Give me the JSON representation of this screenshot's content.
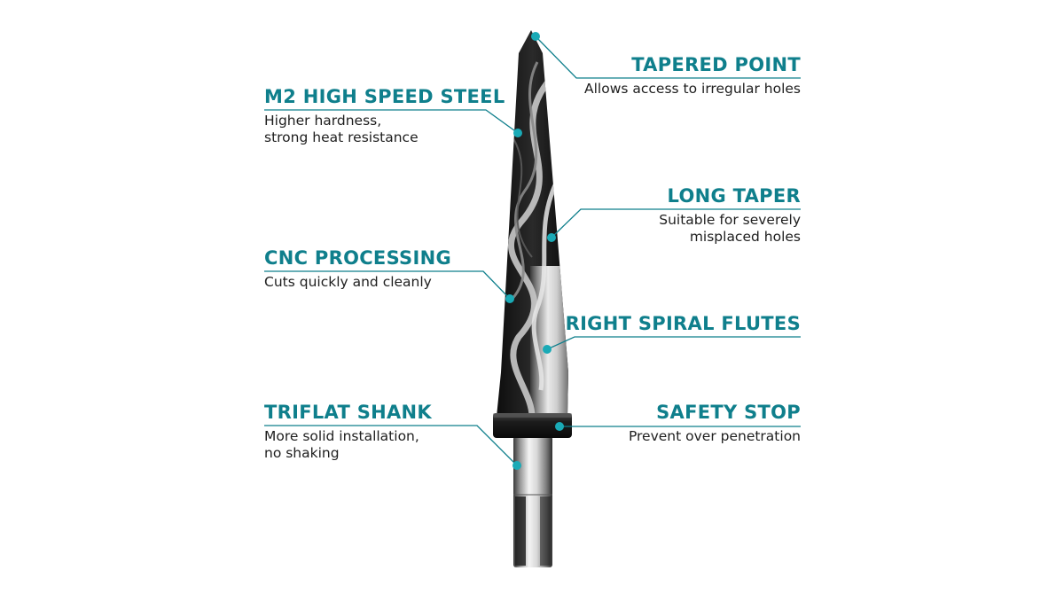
{
  "colors": {
    "accent": "#0f7f8c",
    "dot": "#1aaab6",
    "text": "#1e1e1e",
    "background": "#ffffff"
  },
  "callouts": [
    {
      "id": "tapered-point",
      "title": "TAPERED POINT",
      "lines": [
        "Allows access to irregular holes"
      ]
    },
    {
      "id": "m2-high-speed-steel",
      "title": "M2 HIGH SPEED STEEL",
      "lines": [
        "Higher hardness,",
        "strong heat resistance"
      ]
    },
    {
      "id": "long-taper",
      "title": "LONG TAPER",
      "lines": [
        "Suitable for severely",
        "misplaced holes"
      ]
    },
    {
      "id": "cnc-processing",
      "title": "CNC PROCESSING",
      "lines": [
        "Cuts quickly and cleanly"
      ]
    },
    {
      "id": "right-spiral-flutes",
      "title": "RIGHT SPIRAL FLUTES",
      "lines": []
    },
    {
      "id": "triflat-shank",
      "title": "TRIFLAT SHANK",
      "lines": [
        "More solid installation,",
        "no shaking"
      ]
    },
    {
      "id": "safety-stop",
      "title": "SAFETY STOP",
      "lines": [
        "Prevent over penetration"
      ]
    }
  ]
}
